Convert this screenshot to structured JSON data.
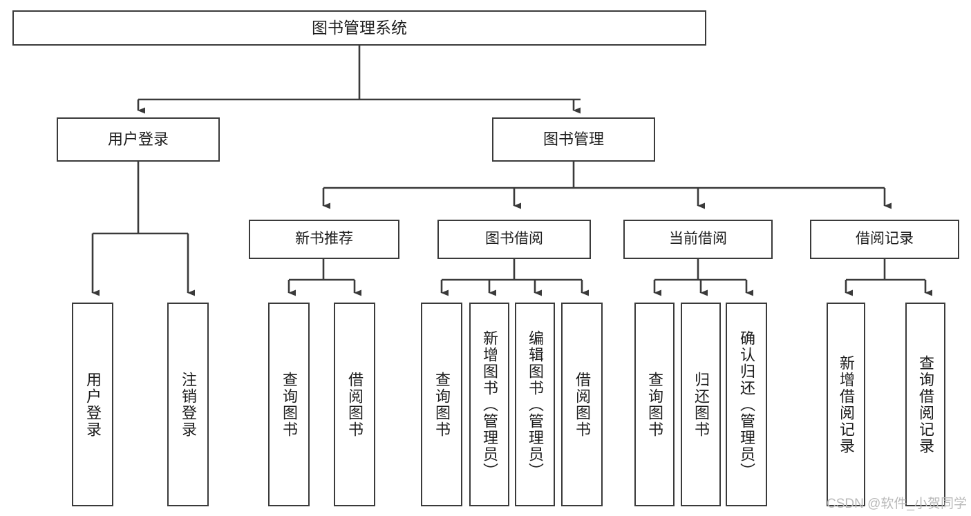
{
  "diagram": {
    "title": "图书管理系统",
    "type": "tree",
    "watermark": "CSDN @软件_小贺同学",
    "colors": {
      "box_border": "#3a3a3a",
      "box_fill": "#ffffff",
      "connector": "#3a3a3a",
      "text": "#1d1d1d",
      "watermark": "#b9b9b9"
    },
    "root": {
      "id": "root",
      "label": "图书管理系统"
    },
    "level2": [
      {
        "id": "user-login",
        "label": "用户登录"
      },
      {
        "id": "book-manage",
        "label": "图书管理"
      }
    ],
    "level3": [
      {
        "id": "new-book-rec",
        "label": "新书推荐",
        "parent": "book-manage"
      },
      {
        "id": "book-borrow",
        "label": "图书借阅",
        "parent": "book-manage"
      },
      {
        "id": "current-borrow",
        "label": "当前借阅",
        "parent": "book-manage"
      },
      {
        "id": "borrow-record",
        "label": "借阅记录",
        "parent": "book-manage"
      }
    ],
    "leaves": [
      {
        "id": "leaf-user-login",
        "label": "用户登录",
        "parent": "user-login"
      },
      {
        "id": "leaf-logout",
        "label": "注销登录",
        "parent": "user-login"
      },
      {
        "id": "leaf-query-book-1",
        "label": "查询图书",
        "parent": "new-book-rec"
      },
      {
        "id": "leaf-borrow-book-1",
        "label": "借阅图书",
        "parent": "new-book-rec"
      },
      {
        "id": "leaf-query-book-2",
        "label": "查询图书",
        "parent": "book-borrow"
      },
      {
        "id": "leaf-add-book",
        "label": "新增图书（管理员）",
        "parent": "book-borrow"
      },
      {
        "id": "leaf-edit-book",
        "label": "编辑图书（管理员）",
        "parent": "book-borrow"
      },
      {
        "id": "leaf-borrow-book-2",
        "label": "借阅图书",
        "parent": "book-borrow"
      },
      {
        "id": "leaf-query-book-3",
        "label": "查询图书",
        "parent": "current-borrow"
      },
      {
        "id": "leaf-return-book",
        "label": "归还图书",
        "parent": "current-borrow"
      },
      {
        "id": "leaf-confirm-return",
        "label": "确认归还（管理员）",
        "parent": "current-borrow"
      },
      {
        "id": "leaf-add-record",
        "label": "新增借阅记录",
        "parent": "borrow-record"
      },
      {
        "id": "leaf-query-record",
        "label": "查询借阅记录",
        "parent": "borrow-record"
      }
    ]
  }
}
